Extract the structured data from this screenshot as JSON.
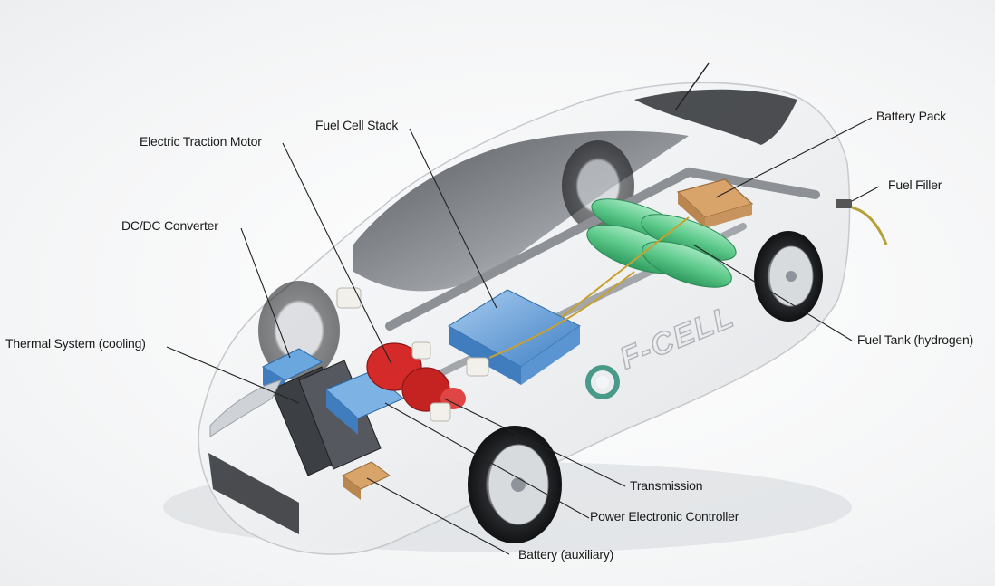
{
  "labels": {
    "electric_traction_motor": "Electric Traction Motor",
    "fuel_cell_stack": "Fuel Cell Stack",
    "battery_pack": "Battery Pack",
    "fuel_filler": "Fuel Filler",
    "dcdc_converter": "DC/DC Converter",
    "thermal_system": "Thermal System (cooling)",
    "fuel_tank": "Fuel Tank (hydrogen)",
    "transmission": "Transmission",
    "power_electronic_controller": "Power Electronic Controller",
    "battery_auxiliary": "Battery (auxiliary)"
  },
  "car_badge": "F-CELL",
  "colors": {
    "motor": "#d42a2a",
    "fuel_cell_stack": "#5b9bd8",
    "hydrogen_tank": "#5cc98a",
    "battery_pack": "#d9a46a",
    "leader_line": "#222222"
  }
}
